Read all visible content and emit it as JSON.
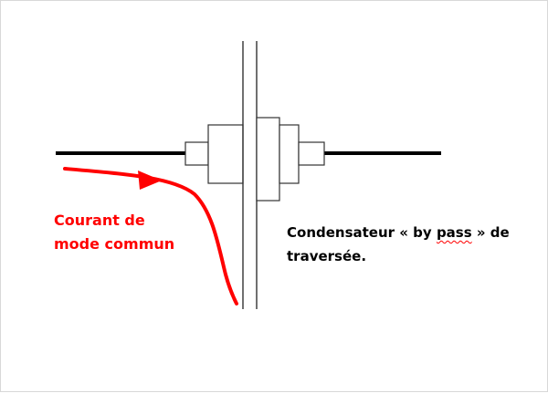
{
  "labels": {
    "common_mode_current": {
      "line1": "Courant de",
      "line2": "mode commun"
    },
    "bypass_capacitor": {
      "line1_before": "Condensateur « by ",
      "line1_word": "pass",
      "line1_after": " » de",
      "line2": "traversée."
    }
  },
  "colors": {
    "current_arrow": "#ff0000",
    "wire": "#000000",
    "component_outline": "#333333"
  }
}
